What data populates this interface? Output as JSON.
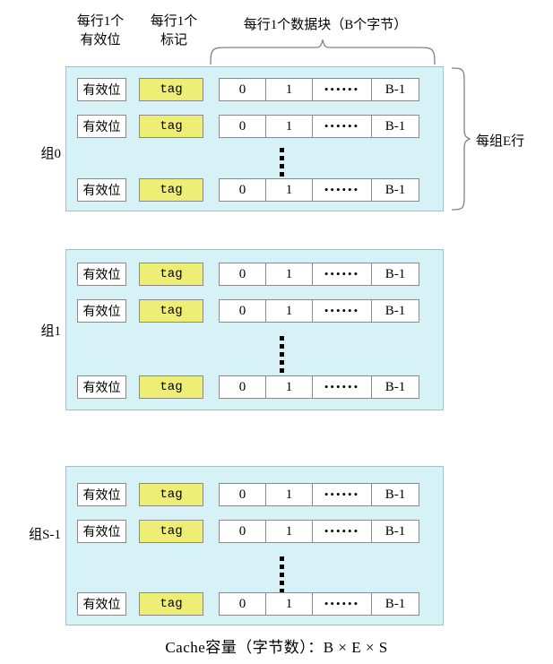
{
  "headers": {
    "valid_label": "每行1个\n有效位",
    "tag_label": "每行1个\n标记",
    "block_label": "每行1个数据块（B个字节）"
  },
  "annotations": {
    "lines_per_set": "每组E行",
    "capacity": "Cache容量（字节数）：B × E × S"
  },
  "row_cells": {
    "valid": "有效位",
    "tag": "tag",
    "byte_first": "0",
    "byte_second": "1",
    "byte_ellipsis": "••••••",
    "byte_last": "B-1"
  },
  "sets": [
    {
      "label": "组0",
      "rows": [
        {
          "valid": "有效位",
          "tag": "tag",
          "bytes": [
            "0",
            "1",
            "••••••",
            "B-1"
          ]
        },
        {
          "valid": "有效位",
          "tag": "tag",
          "bytes": [
            "0",
            "1",
            "••••••",
            "B-1"
          ]
        },
        {
          "valid": "有效位",
          "tag": "tag",
          "bytes": [
            "0",
            "1",
            "••••••",
            "B-1"
          ]
        }
      ]
    },
    {
      "label": "组1",
      "rows": [
        {
          "valid": "有效位",
          "tag": "tag",
          "bytes": [
            "0",
            "1",
            "••••••",
            "B-1"
          ]
        },
        {
          "valid": "有效位",
          "tag": "tag",
          "bytes": [
            "0",
            "1",
            "••••••",
            "B-1"
          ]
        },
        {
          "valid": "有效位",
          "tag": "tag",
          "bytes": [
            "0",
            "1",
            "••••••",
            "B-1"
          ]
        }
      ]
    },
    {
      "label": "组S-1",
      "rows": [
        {
          "valid": "有效位",
          "tag": "tag",
          "bytes": [
            "0",
            "1",
            "••••••",
            "B-1"
          ]
        },
        {
          "valid": "有效位",
          "tag": "tag",
          "bytes": [
            "0",
            "1",
            "••••••",
            "B-1"
          ]
        },
        {
          "valid": "有效位",
          "tag": "tag",
          "bytes": [
            "0",
            "1",
            "••••••",
            "B-1"
          ]
        }
      ]
    }
  ],
  "colors": {
    "set_background": "#d7f2f7",
    "set_border": "#9ec4cb",
    "tag_fill": "#eeee77",
    "cell_border": "#8a8a8a",
    "brace_stroke": "#808080"
  }
}
